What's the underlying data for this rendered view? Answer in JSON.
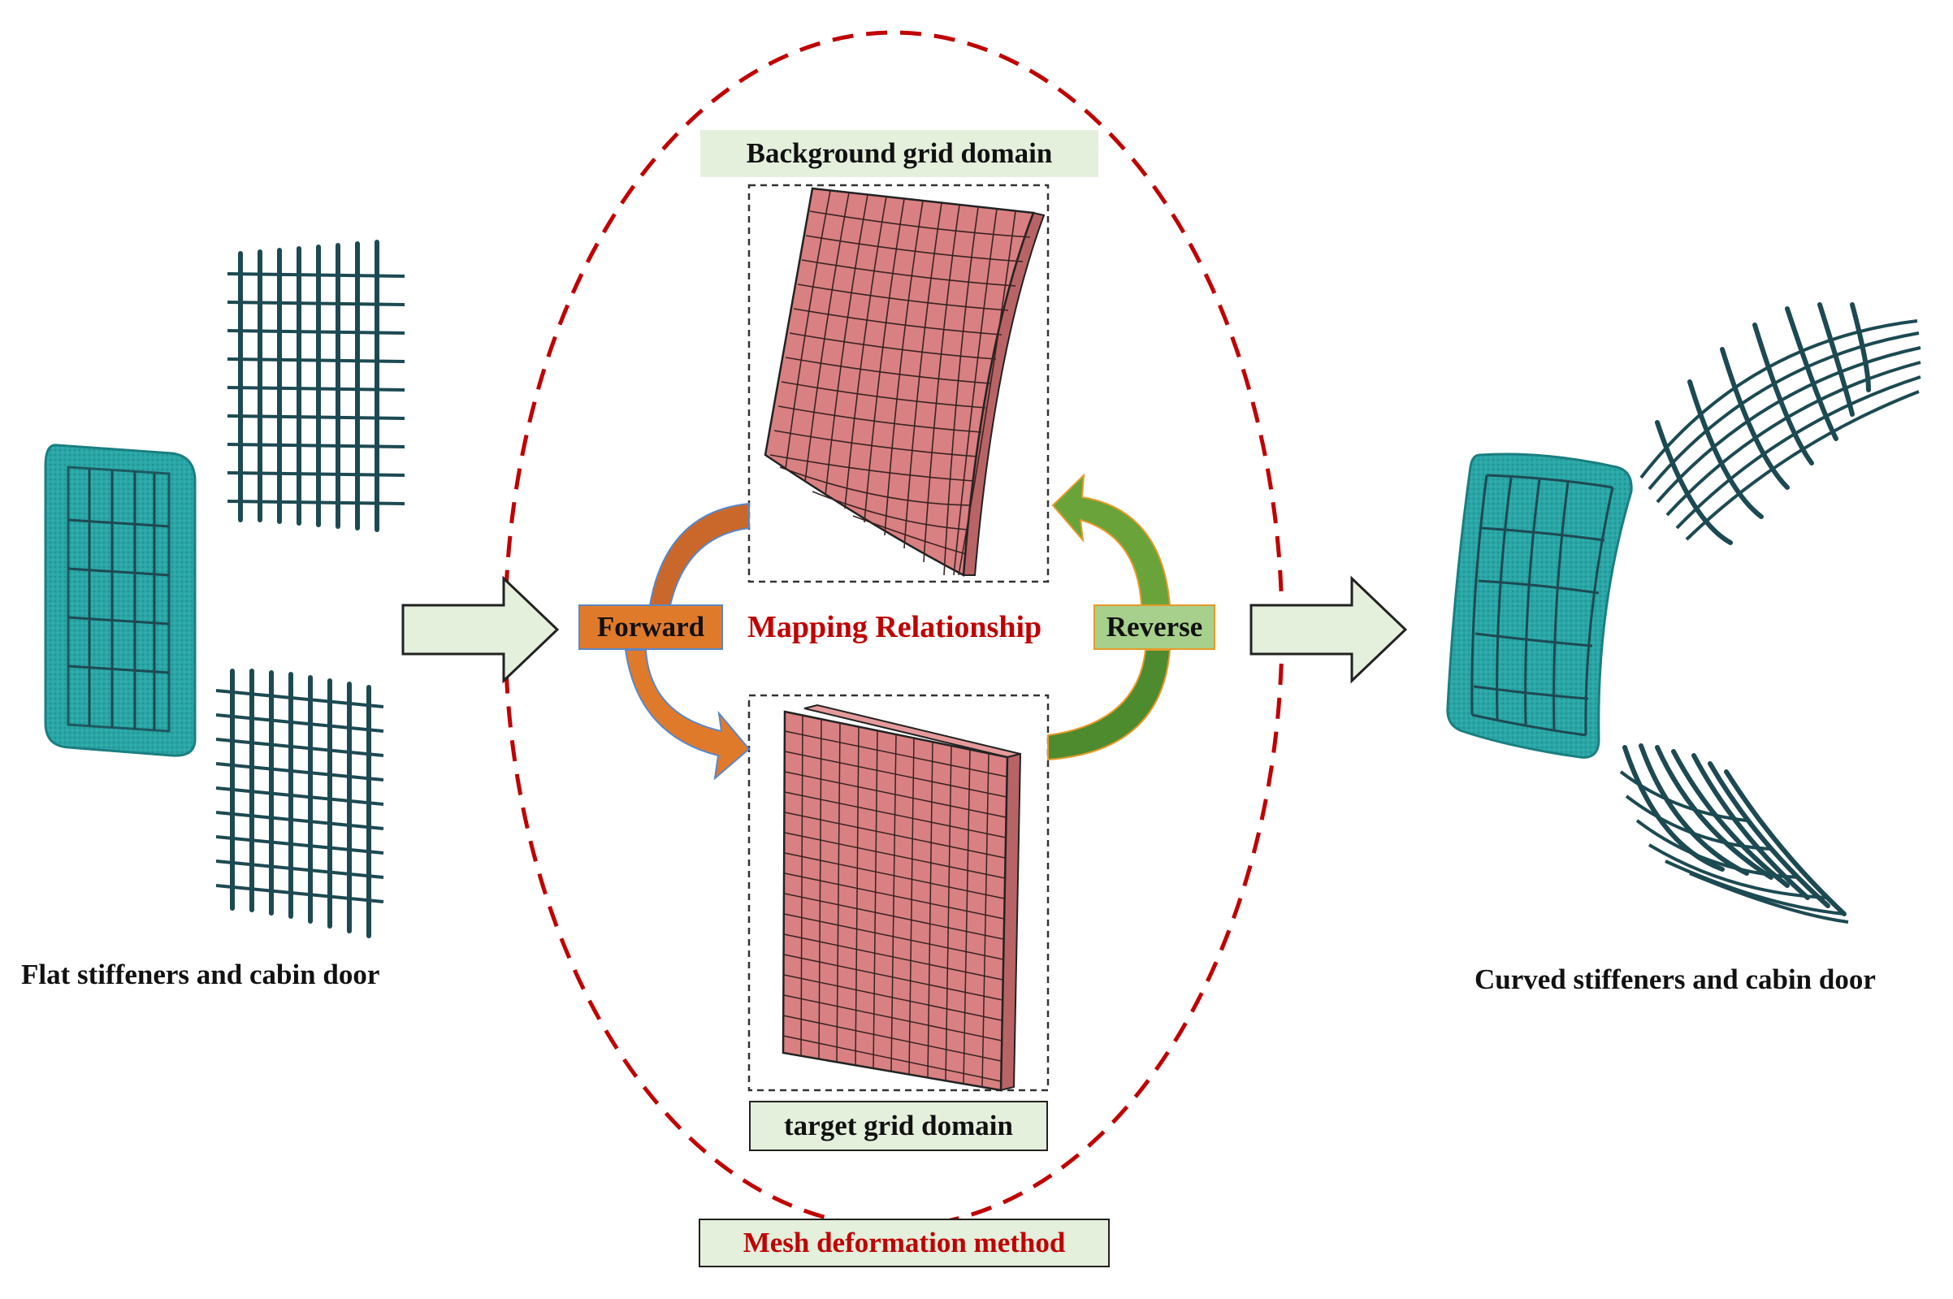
{
  "labels": {
    "left_caption": "Flat stiffeners and cabin door",
    "right_caption": "Curved stiffeners and cabin door",
    "background_domain": "Background grid domain",
    "target_domain": "target grid domain",
    "forward": "Forward",
    "reverse": "Reverse",
    "mapping": "Mapping Relationship",
    "method": "Mesh deformation method"
  },
  "colors": {
    "panel_teal": "#2aa6a6",
    "stiffener_dark": "#1d4a52",
    "mesh_pink": "#d98082",
    "dashed_red": "#c00000",
    "forward_orange": "#e07a2b",
    "reverse_green": "#6aa33a",
    "arrow_fill": "#e4efdc"
  },
  "icons": {
    "flow_arrow": "right-block-arrow",
    "forward_arc": "curved-arrow-down",
    "reverse_arc": "curved-arrow-up"
  }
}
